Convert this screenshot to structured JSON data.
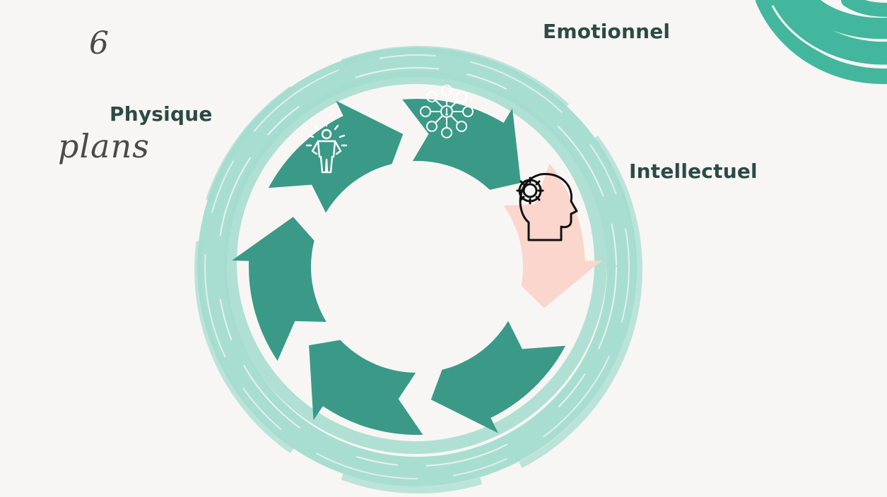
{
  "diagram": {
    "top_script_number": "6",
    "script_word": "plans",
    "labels": {
      "physique": "Physique",
      "emotionnel": "Emotionnel",
      "intellectuel": "Intellectuel"
    },
    "segments": [
      {
        "id": "physique",
        "icon": "person-radiating-icon",
        "highlight": false
      },
      {
        "id": "emotionnel",
        "icon": "emotions-network-icon",
        "highlight": false
      },
      {
        "id": "intellectuel",
        "icon": "head-gear-icon",
        "highlight": true
      },
      {
        "id": "segment-4",
        "icon": "",
        "highlight": false
      },
      {
        "id": "segment-5",
        "icon": "",
        "highlight": false
      },
      {
        "id": "segment-6",
        "icon": "",
        "highlight": false
      }
    ]
  },
  "colors": {
    "background": "#f7f6f4",
    "arrow": "#3a9a87",
    "brush": "#a3dccd",
    "brush_dark": "#42b79d",
    "highlight": "#fbd6cc",
    "text": "#2d4a44"
  }
}
